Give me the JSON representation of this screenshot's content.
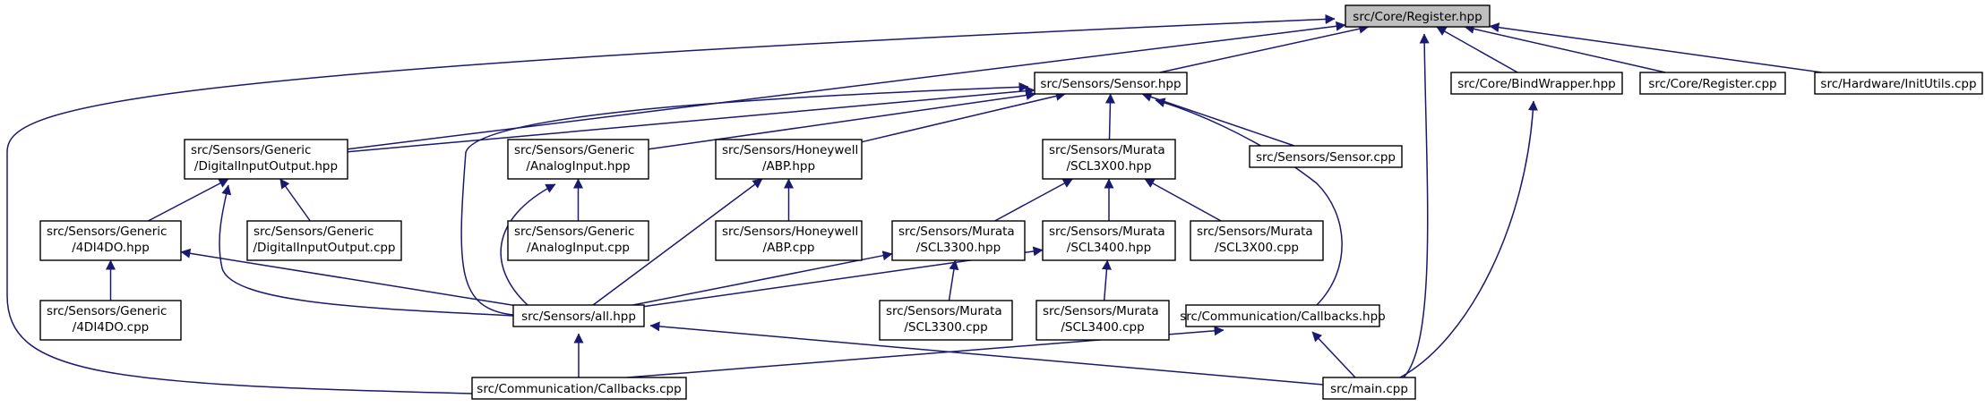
{
  "colors": {
    "edge": "#191970",
    "node_fill": "#ffffff",
    "highlight_fill": "#bfbfbf",
    "node_border": "#000000"
  },
  "nodes": [
    {
      "id": "register_hpp",
      "lines": [
        "src/Core/Register.hpp"
      ],
      "highlight": true
    },
    {
      "id": "sensor_hpp",
      "lines": [
        "src/Sensors/Sensor.hpp"
      ]
    },
    {
      "id": "bindwrapper_hpp",
      "lines": [
        "src/Core/BindWrapper.hpp"
      ]
    },
    {
      "id": "register_cpp",
      "lines": [
        "src/Core/Register.cpp"
      ]
    },
    {
      "id": "initutils_cpp",
      "lines": [
        "src/Hardware/InitUtils.cpp"
      ]
    },
    {
      "id": "dio_hpp",
      "lines": [
        "src/Sensors/Generic",
        "/DigitalInputOutput.hpp"
      ]
    },
    {
      "id": "analog_hpp",
      "lines": [
        "src/Sensors/Generic",
        "/AnalogInput.hpp"
      ]
    },
    {
      "id": "abp_hpp",
      "lines": [
        "src/Sensors/Honeywell",
        "/ABP.hpp"
      ]
    },
    {
      "id": "scl3x00_hpp",
      "lines": [
        "src/Sensors/Murata",
        "/SCL3X00.hpp"
      ]
    },
    {
      "id": "sensor_cpp",
      "lines": [
        "src/Sensors/Sensor.cpp"
      ]
    },
    {
      "id": "4di4do_hpp",
      "lines": [
        "src/Sensors/Generic",
        "/4DI4DO.hpp"
      ]
    },
    {
      "id": "dio_cpp",
      "lines": [
        "src/Sensors/Generic",
        "/DigitalInputOutput.cpp"
      ]
    },
    {
      "id": "analog_cpp",
      "lines": [
        "src/Sensors/Generic",
        "/AnalogInput.cpp"
      ]
    },
    {
      "id": "abp_cpp",
      "lines": [
        "src/Sensors/Honeywell",
        "/ABP.cpp"
      ]
    },
    {
      "id": "scl3300_hpp",
      "lines": [
        "src/Sensors/Murata",
        "/SCL3300.hpp"
      ]
    },
    {
      "id": "scl3400_hpp",
      "lines": [
        "src/Sensors/Murata",
        "/SCL3400.hpp"
      ]
    },
    {
      "id": "scl3x00_cpp",
      "lines": [
        "src/Sensors/Murata",
        "/SCL3X00.cpp"
      ]
    },
    {
      "id": "4di4do_cpp",
      "lines": [
        "src/Sensors/Generic",
        "/4DI4DO.cpp"
      ]
    },
    {
      "id": "all_hpp",
      "lines": [
        "src/Sensors/all.hpp"
      ]
    },
    {
      "id": "scl3300_cpp",
      "lines": [
        "src/Sensors/Murata",
        "/SCL3300.cpp"
      ]
    },
    {
      "id": "scl3400_cpp",
      "lines": [
        "src/Sensors/Murata",
        "/SCL3400.cpp"
      ]
    },
    {
      "id": "callbacks_hpp",
      "lines": [
        "src/Communication/Callbacks.hpp"
      ]
    },
    {
      "id": "callbacks_cpp",
      "lines": [
        "src/Communication/Callbacks.cpp"
      ]
    },
    {
      "id": "main_cpp",
      "lines": [
        "src/main.cpp"
      ]
    }
  ],
  "edges": [
    {
      "from": "sensor_hpp",
      "to": "register_hpp"
    },
    {
      "from": "bindwrapper_hpp",
      "to": "register_hpp"
    },
    {
      "from": "register_cpp",
      "to": "register_hpp"
    },
    {
      "from": "initutils_cpp",
      "to": "register_hpp"
    },
    {
      "from": "dio_hpp",
      "to": "register_hpp"
    },
    {
      "from": "callbacks_cpp",
      "to": "register_hpp"
    },
    {
      "from": "main_cpp",
      "to": "register_hpp"
    },
    {
      "from": "dio_hpp",
      "to": "sensor_hpp"
    },
    {
      "from": "analog_hpp",
      "to": "sensor_hpp"
    },
    {
      "from": "abp_hpp",
      "to": "sensor_hpp"
    },
    {
      "from": "scl3x00_hpp",
      "to": "sensor_hpp"
    },
    {
      "from": "sensor_cpp",
      "to": "sensor_hpp"
    },
    {
      "from": "all_hpp",
      "to": "sensor_hpp"
    },
    {
      "from": "callbacks_hpp",
      "to": "sensor_hpp"
    },
    {
      "from": "main_cpp",
      "to": "bindwrapper_hpp"
    },
    {
      "from": "4di4do_hpp",
      "to": "dio_hpp"
    },
    {
      "from": "dio_cpp",
      "to": "dio_hpp"
    },
    {
      "from": "all_hpp",
      "to": "dio_hpp"
    },
    {
      "from": "analog_cpp",
      "to": "analog_hpp"
    },
    {
      "from": "all_hpp",
      "to": "analog_hpp"
    },
    {
      "from": "abp_cpp",
      "to": "abp_hpp"
    },
    {
      "from": "all_hpp",
      "to": "abp_hpp"
    },
    {
      "from": "scl3300_hpp",
      "to": "scl3x00_hpp"
    },
    {
      "from": "scl3400_hpp",
      "to": "scl3x00_hpp"
    },
    {
      "from": "scl3x00_cpp",
      "to": "scl3x00_hpp"
    },
    {
      "from": "4di4do_cpp",
      "to": "4di4do_hpp"
    },
    {
      "from": "all_hpp",
      "to": "4di4do_hpp"
    },
    {
      "from": "scl3300_cpp",
      "to": "scl3300_hpp"
    },
    {
      "from": "all_hpp",
      "to": "scl3300_hpp"
    },
    {
      "from": "scl3400_cpp",
      "to": "scl3400_hpp"
    },
    {
      "from": "all_hpp",
      "to": "scl3400_hpp"
    },
    {
      "from": "callbacks_cpp",
      "to": "all_hpp"
    },
    {
      "from": "main_cpp",
      "to": "all_hpp"
    },
    {
      "from": "callbacks_cpp",
      "to": "callbacks_hpp"
    },
    {
      "from": "main_cpp",
      "to": "callbacks_hpp"
    }
  ]
}
